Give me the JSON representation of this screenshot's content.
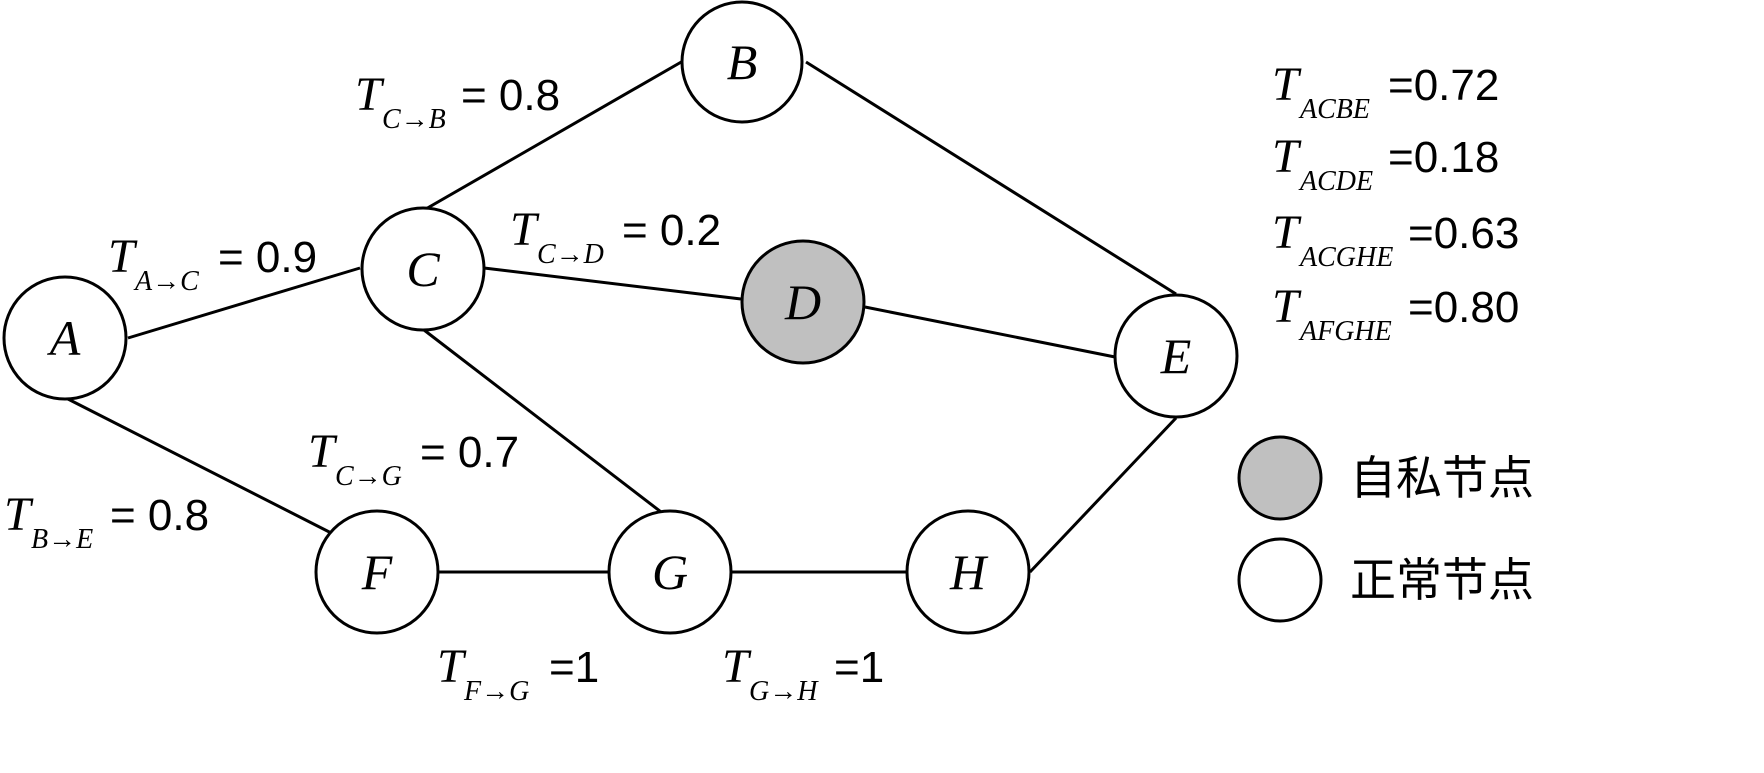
{
  "colors": {
    "normal": "#ffffff",
    "selfish": "#c0c0c0",
    "line": "#000000"
  },
  "nodes": {
    "A": {
      "label": "A",
      "type": "normal"
    },
    "B": {
      "label": "B",
      "type": "normal"
    },
    "C": {
      "label": "C",
      "type": "normal"
    },
    "D": {
      "label": "D",
      "type": "selfish"
    },
    "E": {
      "label": "E",
      "type": "normal"
    },
    "F": {
      "label": "F",
      "type": "normal"
    },
    "G": {
      "label": "G",
      "type": "normal"
    },
    "H": {
      "label": "H",
      "type": "normal"
    }
  },
  "edges": [
    {
      "from": "A",
      "to": "C"
    },
    {
      "from": "A",
      "to": "F"
    },
    {
      "from": "C",
      "to": "B"
    },
    {
      "from": "C",
      "to": "D"
    },
    {
      "from": "C",
      "to": "G"
    },
    {
      "from": "B",
      "to": "E"
    },
    {
      "from": "D",
      "to": "E"
    },
    {
      "from": "F",
      "to": "G"
    },
    {
      "from": "G",
      "to": "H"
    },
    {
      "from": "H",
      "to": "E"
    }
  ],
  "edge_labels": {
    "c_b": {
      "symbol": "T",
      "sub": "C→B",
      "value": "= 0.8"
    },
    "a_c": {
      "symbol": "T",
      "sub": "A→C",
      "value": "= 0.9"
    },
    "c_d": {
      "symbol": "T",
      "sub": "C→D",
      "value": "= 0.2"
    },
    "c_g": {
      "symbol": "T",
      "sub": "C→G",
      "value": "= 0.7"
    },
    "b_e": {
      "symbol": "T",
      "sub": "B→E",
      "value": "= 0.8"
    },
    "f_g": {
      "symbol": "T",
      "sub": "F→G",
      "value": "=1"
    },
    "g_h": {
      "symbol": "T",
      "sub": "G→H",
      "value": "=1"
    }
  },
  "path_trust": {
    "acbe": {
      "symbol": "T",
      "sub": "ACBE",
      "value": "=0.72"
    },
    "acde": {
      "symbol": "T",
      "sub": "ACDE",
      "value": "=0.18"
    },
    "acghe": {
      "symbol": "T",
      "sub": "ACGHE",
      "value": "=0.63"
    },
    "afghe": {
      "symbol": "T",
      "sub": "AFGHE",
      "value": "=0.80"
    }
  },
  "legend": {
    "selfish_label": "自私节点",
    "normal_label": "正常节点"
  }
}
